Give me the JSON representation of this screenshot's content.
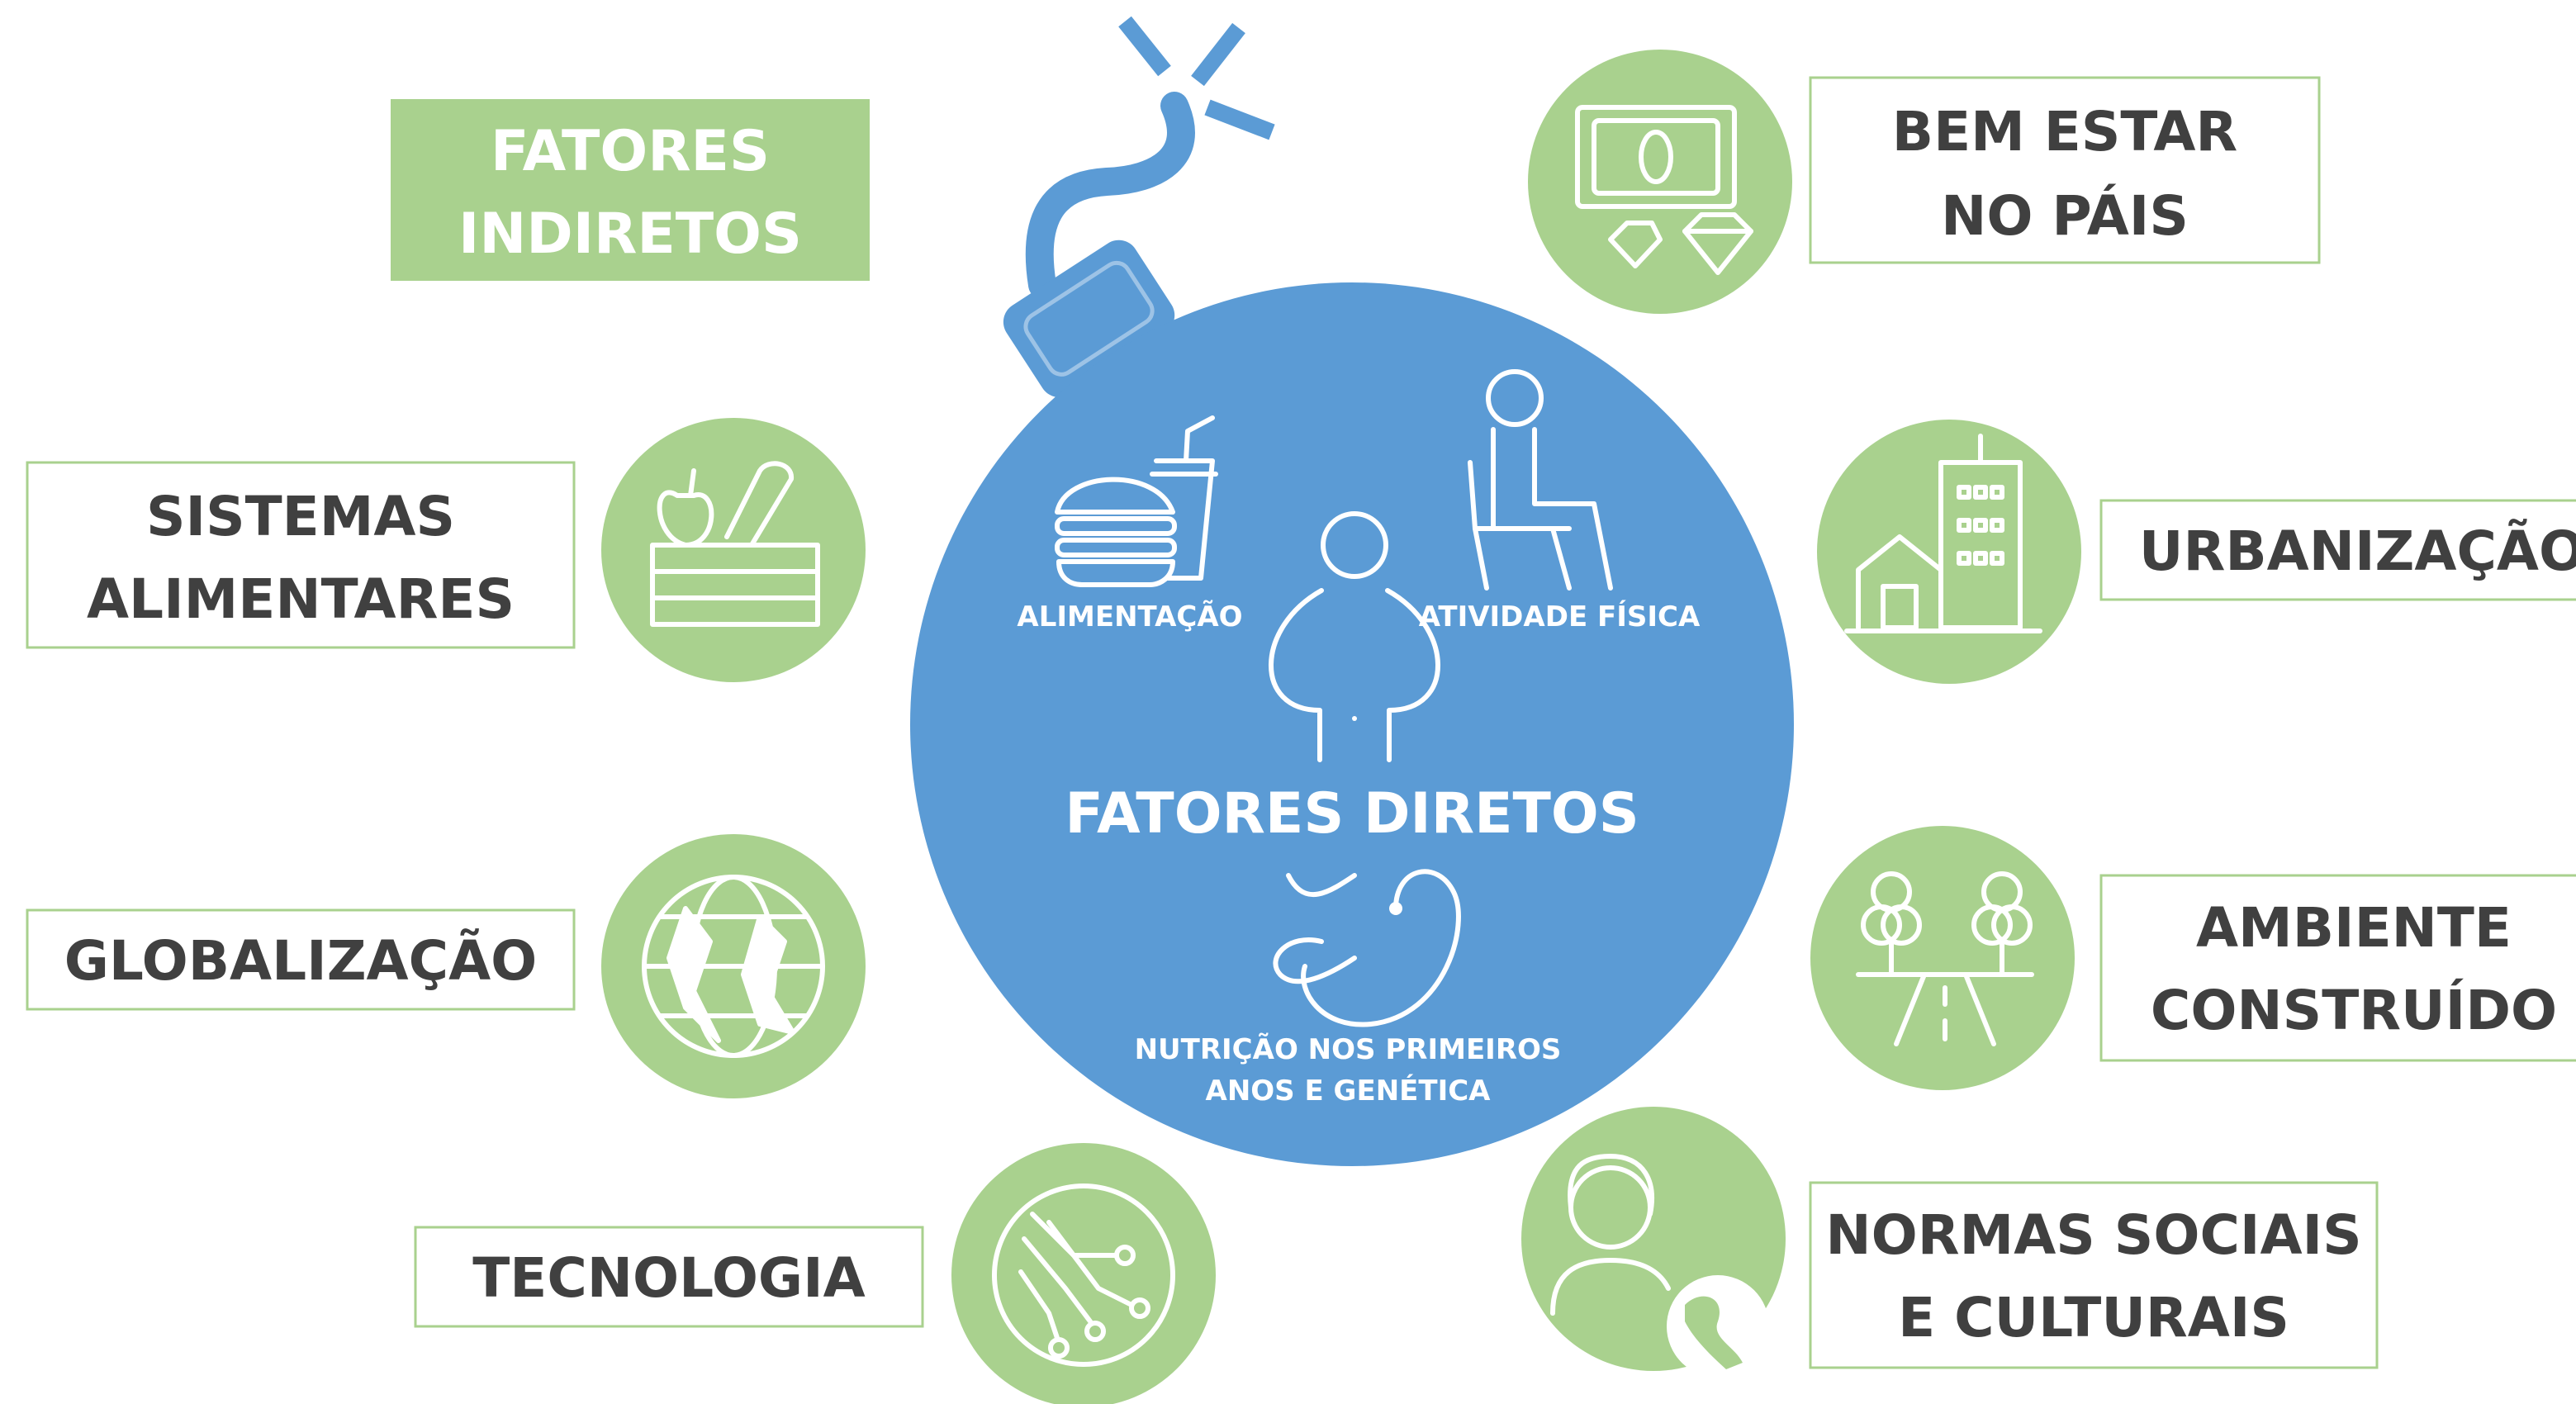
{
  "colors": {
    "blue": "#5b9bd5",
    "green": "#a9d18e",
    "dark_text": "#404040",
    "white": "#ffffff"
  },
  "indirect_header": {
    "line1": "FATORES",
    "line2": "INDIRETOS"
  },
  "direct": {
    "title": "FATORES DIRETOS",
    "food_label": "ALIMENTAÇÃO",
    "activity_label": "ATIVIDADE FÍSICA",
    "nutrition_line1": "NUTRIÇÃO NOS PRIMEIROS",
    "nutrition_line2": "ANOS E GENÉTICA"
  },
  "factors": {
    "sistemas": {
      "line1": "SISTEMAS",
      "line2": "ALIMENTARES",
      "icon": "food-crate-icon"
    },
    "globalizacao": {
      "line1": "GLOBALIZAÇÃO",
      "icon": "globe-icon"
    },
    "tecnologia": {
      "line1": "TECNOLOGIA",
      "icon": "circuit-icon"
    },
    "bem_estar": {
      "line1": "BEM ESTAR",
      "line2": "NO PÁIS",
      "icon": "money-icon"
    },
    "urbanizacao": {
      "line1": "URBANIZAÇÃO",
      "icon": "buildings-icon"
    },
    "ambiente": {
      "line1": "AMBIENTE",
      "line2": "CONSTRUÍDO",
      "icon": "trees-road-icon"
    },
    "normas": {
      "line1": "NORMAS SOCIAIS",
      "line2": "E CULTURAIS",
      "icon": "person-globe-icon"
    }
  }
}
